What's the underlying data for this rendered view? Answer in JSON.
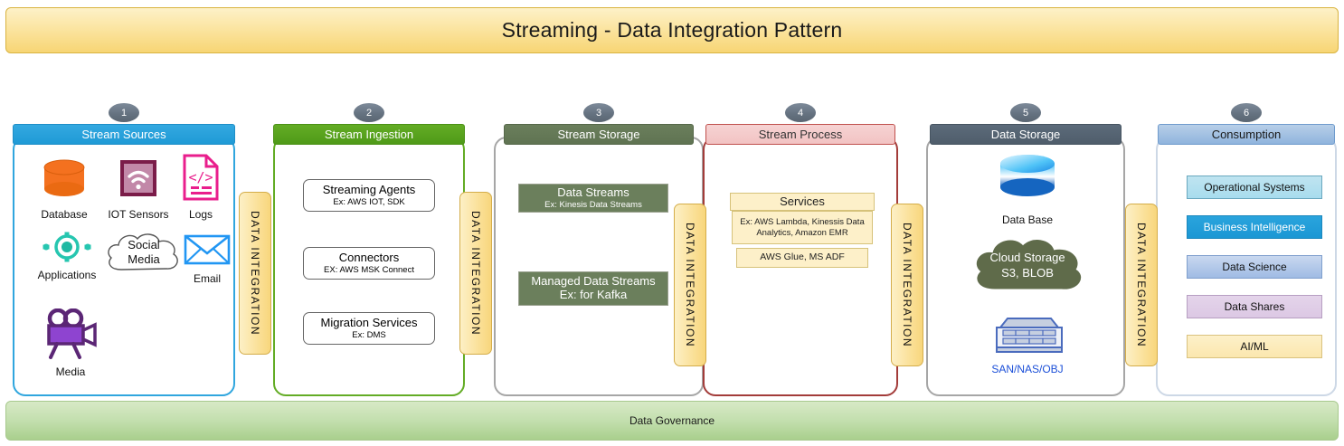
{
  "title": "Streaming - Data Integration Pattern",
  "governance": {
    "label": "Data Governance"
  },
  "data_integration_label": "DATA INTEGRATION",
  "colors": {
    "title_band": "#f7d574",
    "stream_sources": "#1f9ad6",
    "stream_ingestion": "#4f9a18",
    "stream_storage": "#6b7f5c",
    "stream_process": "#f2c3c3",
    "data_storage": "#4f5d6b",
    "consumption": "#8fb4dd",
    "governance_band": "#a9cf8d",
    "integration_bar": "#f8d67c"
  },
  "columns": [
    {
      "number": "1",
      "title": "Stream Sources",
      "sources": [
        {
          "label": "Database",
          "icon": "database-cylinder-icon"
        },
        {
          "label": "IOT Sensors",
          "icon": "wifi-sensor-icon"
        },
        {
          "label": "Logs",
          "icon": "code-document-icon"
        },
        {
          "label": "Applications",
          "icon": "application-node-icon"
        },
        {
          "label": "Social Media",
          "icon": "cloud-icon"
        },
        {
          "label": "Email",
          "icon": "envelope-icon"
        },
        {
          "label": "Media",
          "icon": "movie-camera-icon"
        }
      ]
    },
    {
      "number": "2",
      "title": "Stream Ingestion",
      "items": [
        {
          "title": "Streaming Agents",
          "sub": "Ex: AWS IOT, SDK"
        },
        {
          "title": "Connectors",
          "sub": "EX: AWS MSK Connect"
        },
        {
          "title": "Migration Services",
          "sub": "Ex: DMS"
        }
      ]
    },
    {
      "number": "3",
      "title": "Stream Storage",
      "items": [
        {
          "title": "Data Streams",
          "sub": "Ex: Kinesis Data Streams"
        },
        {
          "title": "Managed Data Streams",
          "sub": "Ex: for Kafka"
        }
      ]
    },
    {
      "number": "4",
      "title": "Stream Process",
      "items": [
        {
          "title": "Services",
          "sub": ""
        },
        {
          "title": "",
          "sub": "Ex: AWS Lambda, Kinessis Data Analytics, Amazon EMR"
        },
        {
          "title": "",
          "sub": "AWS Glue, MS ADF"
        }
      ]
    },
    {
      "number": "5",
      "title": "Data Storage",
      "items": [
        {
          "label": "Data Base",
          "icon": "blue-database-cylinder-icon"
        },
        {
          "label": "Cloud  Storage\nS3, BLOB",
          "line1": "Cloud  Storage",
          "line2": "S3, BLOB",
          "icon": "olive-cloud-icon"
        },
        {
          "label": "SAN/NAS/OBJ",
          "icon": "server-rack-icon"
        }
      ]
    },
    {
      "number": "6",
      "title": "Consumption",
      "chips": [
        "Operational Systems",
        "Business Intelligence",
        "Data Science",
        "Data Shares",
        "AI/ML"
      ]
    }
  ]
}
